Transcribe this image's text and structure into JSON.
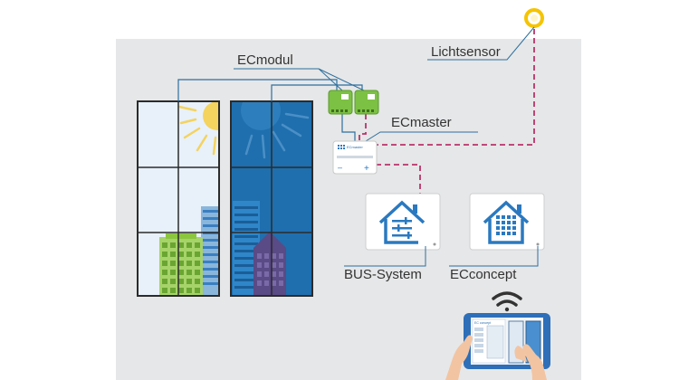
{
  "labels": {
    "lichtsensor": "Lichtsensor",
    "ecmodul": "ECmodul",
    "ecmaster": "ECmaster",
    "bus_system": "BUS-System",
    "ecconcept": "ECconcept"
  },
  "ecmaster_panel": {
    "brand": "ECmaster",
    "minus": "–",
    "plus": "+"
  },
  "tablet": {
    "app_title": "EC concept"
  },
  "colors": {
    "background_panel": "#e6e7e8",
    "window_frame": "#2b2b2b",
    "clear_glass": "#e8f1fa",
    "tinted_glass": "#1f6fae",
    "sun": "#f4d35e",
    "module_green": "#7cc143",
    "sensor_yellow": "#f5c400",
    "dashed_wire": "#b8336a",
    "bus_wire": "#2e6f9e",
    "house_icon": "#2a79c0",
    "building_green": "#8cc63f",
    "building_purple": "#5a4a86"
  },
  "icons": {
    "sensor": "light-sensor-icon",
    "module": "ec-module-icon",
    "master": "ec-master-icon",
    "bus": "bus-system-house-icon",
    "concept": "ec-concept-house-icon",
    "wifi": "wifi-icon",
    "tablet": "tablet-icon"
  }
}
